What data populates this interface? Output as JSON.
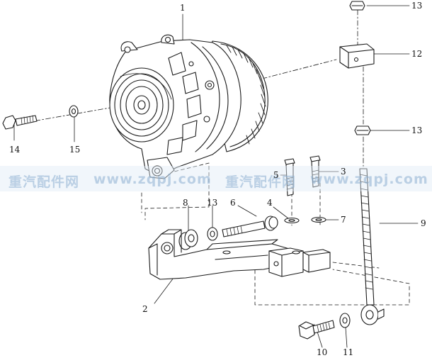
{
  "watermark": {
    "segments": [
      "重汽配件网",
      "www.zqpj.com",
      "重汽配件网",
      "www.zqpj.com"
    ]
  },
  "callouts": {
    "c1": "1",
    "c2": "2",
    "c3": "3",
    "c4": "4",
    "c5": "5",
    "c6": "6",
    "c7": "7",
    "c8": "8",
    "c9": "9",
    "c10": "10",
    "c11": "11",
    "c12": "12",
    "c13a": "13",
    "c13b": "13",
    "c13c": "13",
    "c14": "14",
    "c15": "15"
  },
  "colors": {
    "line": "#1a1a1a",
    "watermark_band": "#e1ecf7",
    "watermark_text": "#8cafd2"
  }
}
